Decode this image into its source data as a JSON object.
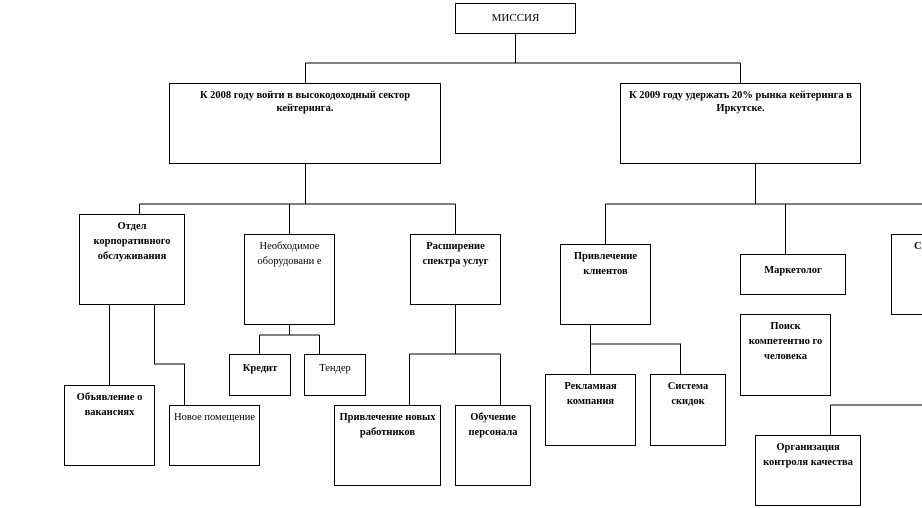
{
  "mission": "МИССИЯ",
  "goals": {
    "g1": "К 2008 году войти в высокодоходный сектор кейтеринга.",
    "g2": "К 2009 году удержать 20% рынка кейтеринга в Иркутске."
  },
  "left": {
    "dept": "Отдел корпоративного обслуживания",
    "equipment": "Необходимое оборудовани е",
    "expansion": "Расширение спектра услуг",
    "ads": "Объявление о вакансиях",
    "premises": "Новое помещение",
    "credit": "Кредит",
    "tender": "Тендер",
    "hire": "Привлечение новых работников",
    "training": "Обучение персонала"
  },
  "right": {
    "clients": "Привлечение клиентов",
    "marketer": "Маркетолог",
    "partial": "С к к",
    "search": "Поиск компетентно го человека",
    "campaign": "Рекламная компания",
    "discounts": "Система скидок",
    "quality": "Организация контроля качества"
  }
}
